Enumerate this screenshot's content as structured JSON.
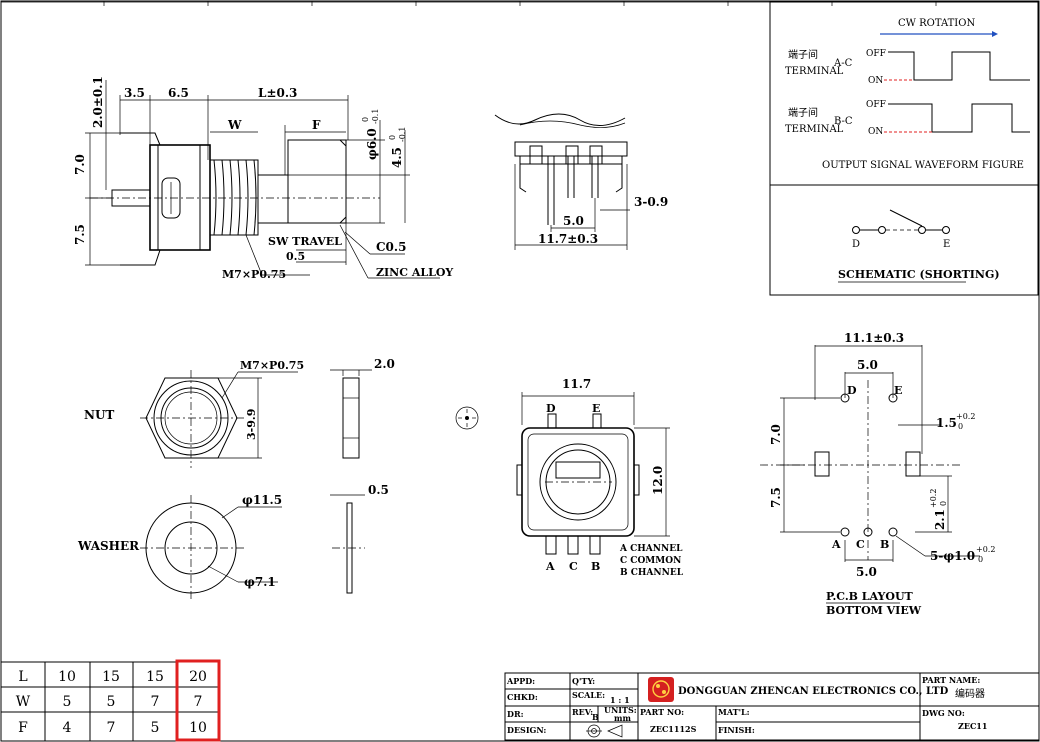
{
  "drawing": {
    "side_view": {
      "dim_a": "3.5",
      "dim_b": "6.5",
      "dim_l": "L±0.3",
      "dim_w": "W",
      "dim_f": "F",
      "dim_20": "2.0±0.1",
      "dim_70": "7.0",
      "dim_75": "7.5",
      "dim_60": "φ6.0",
      "dim_60_tol_top": "0",
      "dim_60_tol_bot": "-0.1",
      "dim_45": "4.5",
      "dim_45_tol_top": "0",
      "dim_45_tol_bot": "-0.1",
      "sw_travel": "SW TRAVEL",
      "sw_travel_val": "0.5",
      "chamfer": "C0.5",
      "thread": "M7×P0.75",
      "material": "ZINC ALLOY"
    },
    "front_view": {
      "dim_50": "5.0",
      "dim_39": "3-0.9",
      "dim_117": "11.7±0.3"
    },
    "waveform": {
      "title": "CW ROTATION",
      "ac_cn": "端子间",
      "ac_en": "TERMINAL",
      "ac_id": "A-C",
      "bc_cn": "端子间",
      "bc_en": "TERMINAL",
      "bc_id": "B-C",
      "off1": "OFF",
      "on1": "ON",
      "off2": "OFF",
      "on2": "ON",
      "caption": "OUTPUT SIGNAL WAVEFORM FIGURE"
    },
    "schematic": {
      "d": "D",
      "e": "E",
      "caption": "SCHEMATIC (SHORTING)"
    },
    "nut": {
      "label": "NUT",
      "thread": "M7×P0.75",
      "dim_99": "3-9.9",
      "dim_20": "2.0"
    },
    "washer": {
      "label": "WASHER",
      "dim_115": "φ11.5",
      "dim_71": "φ7.1",
      "dim_05": "0.5"
    },
    "bottom_view": {
      "dim_117": "11.7",
      "dim_120": "12.0",
      "d": "D",
      "e": "E",
      "a": "A",
      "c": "C",
      "b": "B",
      "legend_a": "A CHANNEL",
      "legend_c": "C COMMON",
      "legend_b": "B CHANNEL"
    },
    "pcb": {
      "dim_111": "11.1±0.3",
      "dim_50_top": "5.0",
      "dim_70": "7.0",
      "dim_75": "7.5",
      "dim_15": "1.5",
      "dim_15_tol_top": "+0.2",
      "dim_15_tol_bot": "0",
      "dim_21": "2.1",
      "dim_21_tol_top": "+0.2",
      "dim_21_tol_bot": "0",
      "dim_50_bot": "5.0",
      "holes": "5-φ1.0",
      "holes_tol_top": "+0.2",
      "holes_tol_bot": "0",
      "d": "D",
      "e": "E",
      "a": "A",
      "c": "C",
      "b": "B",
      "caption1": "P.C.B LAYOUT",
      "caption2": "BOTTOM VIEW"
    }
  },
  "spec_table": {
    "rows": [
      {
        "label": "L",
        "values": [
          "10",
          "15",
          "15",
          "20"
        ]
      },
      {
        "label": "W",
        "values": [
          "5",
          "5",
          "7",
          "7"
        ]
      },
      {
        "label": "F",
        "values": [
          "4",
          "7",
          "5",
          "10"
        ]
      }
    ],
    "highlight_color": "#e02020"
  },
  "title_block": {
    "appd": "APPD:",
    "qty": "Q'TY:",
    "chkd": "CHKD:",
    "scale": "SCALE:",
    "scale_val": "1 : 1",
    "dr": "DR:",
    "rev": "REV:",
    "rev_val": "B",
    "units": "UNITS:",
    "units_val": "mm",
    "design": "DESIGN:",
    "part_no": "PART NO:",
    "part_no_val": "ZEC1112S",
    "matl": "MAT'L:",
    "finish": "FINISH:",
    "company": "DONGGUAN ZHENCAN ELECTRONICS CO., LTD",
    "part_name": "PART NAME:",
    "part_name_val": "编码器",
    "dwg_no": "DWG NO:",
    "dwg_no_val": "ZEC11",
    "logo_color": "#d42020"
  }
}
